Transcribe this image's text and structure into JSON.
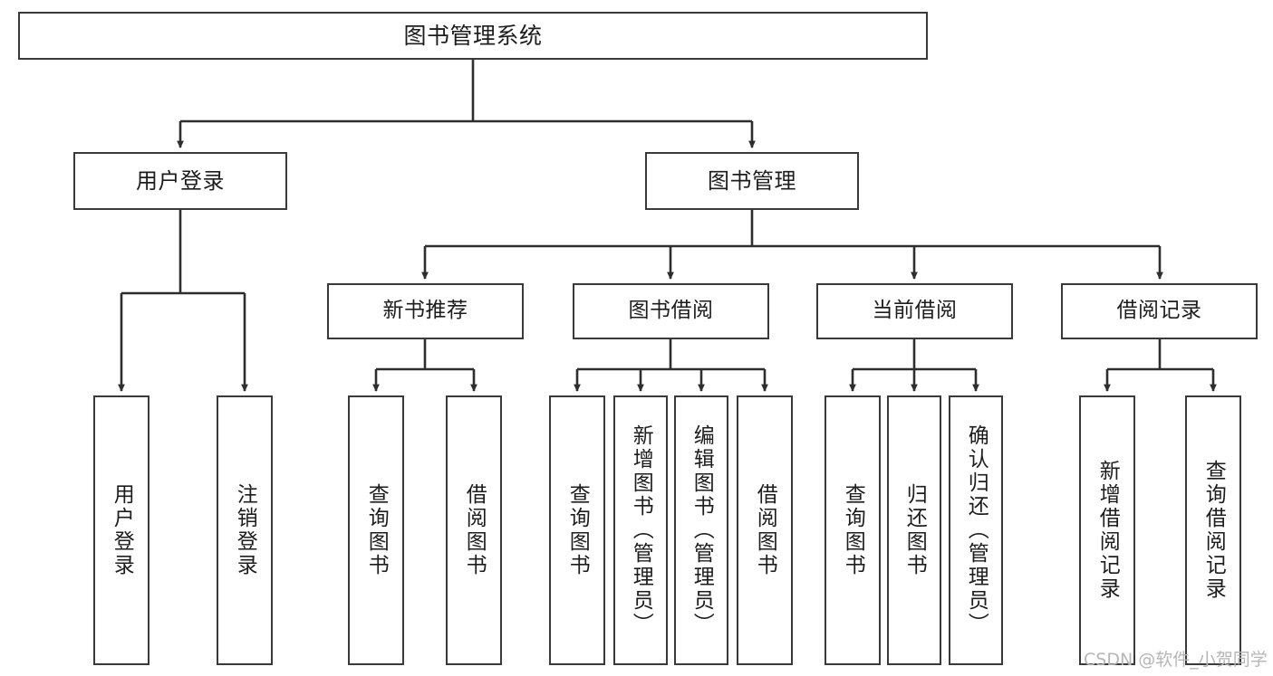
{
  "diagram": {
    "type": "tree-hierarchy",
    "title": "图书管理系统",
    "orientation": "top-down",
    "colors": {
      "stroke": "#3a3a3a",
      "fill": "#ffffff",
      "text": "#1d1d1d",
      "watermark": "#b6b6b6"
    },
    "nodes": {
      "root": {
        "id": "root",
        "label": "图书管理系统",
        "level": 1
      },
      "l2": [
        {
          "id": "user-login",
          "label": "用户登录",
          "level": 2
        },
        {
          "id": "book-manage",
          "label": "图书管理",
          "level": 2
        }
      ],
      "l3": [
        {
          "id": "new-book-rec",
          "label": "新书推荐",
          "level": 3,
          "parent": "book-manage"
        },
        {
          "id": "book-borrow",
          "label": "图书借阅",
          "level": 3,
          "parent": "book-manage"
        },
        {
          "id": "current-borrow",
          "label": "当前借阅",
          "level": 3,
          "parent": "book-manage"
        },
        {
          "id": "borrow-record",
          "label": "借阅记录",
          "level": 3,
          "parent": "book-manage"
        }
      ],
      "leaves": [
        {
          "id": "leaf-user-login",
          "label": "用户登录",
          "parent": "user-login"
        },
        {
          "id": "leaf-user-logout",
          "label": "注销登录",
          "parent": "user-login"
        },
        {
          "id": "leaf-rec-query-book",
          "label": "查询图书",
          "parent": "new-book-rec"
        },
        {
          "id": "leaf-rec-borrow-book",
          "label": "借阅图书",
          "parent": "new-book-rec"
        },
        {
          "id": "leaf-borrow-query-book",
          "label": "查询图书",
          "parent": "book-borrow"
        },
        {
          "id": "leaf-add-book-admin",
          "label": "新增图书（管理员）",
          "parent": "book-borrow"
        },
        {
          "id": "leaf-edit-book-admin",
          "label": "编辑图书（管理员）",
          "parent": "book-borrow"
        },
        {
          "id": "leaf-borrow-book",
          "label": "借阅图书",
          "parent": "book-borrow"
        },
        {
          "id": "leaf-cur-query-book",
          "label": "查询图书",
          "parent": "current-borrow"
        },
        {
          "id": "leaf-return-book",
          "label": "归还图书",
          "parent": "current-borrow"
        },
        {
          "id": "leaf-confirm-return-admin",
          "label": "确认归还（管理员）",
          "parent": "current-borrow"
        },
        {
          "id": "leaf-add-borrow-record",
          "label": "新增借阅记录",
          "parent": "borrow-record"
        },
        {
          "id": "leaf-query-borrow-record",
          "label": "查询借阅记录",
          "parent": "borrow-record"
        }
      ]
    },
    "watermark": "CSDN @软件_小贺同学"
  }
}
